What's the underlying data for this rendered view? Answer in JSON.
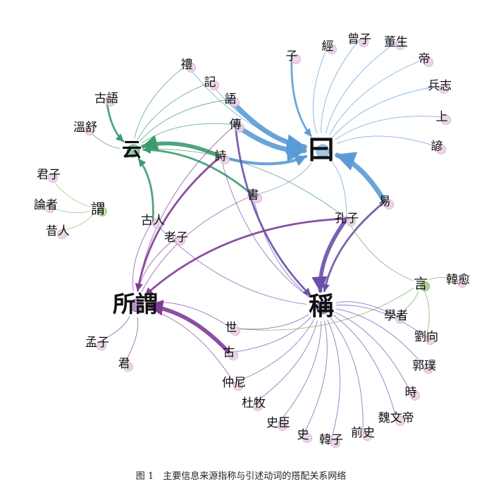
{
  "caption": "图 1　主要信息来源指称与引述动词的搭配关系网络",
  "colors": {
    "blue": "#5b9bd5",
    "purple": "#7b4fa8",
    "green": "#3c9a6f",
    "sage": "#8fbf70",
    "source_node": "#ead2e6",
    "verb_node": "#4f8fcf"
  },
  "nodes": [
    {
      "id": "曰",
      "label": "曰",
      "role": "verb",
      "color": "#5b9bd5"
    },
    {
      "id": "稱",
      "label": "稱",
      "role": "verb",
      "color": "#6a50a8"
    },
    {
      "id": "所謂",
      "label": "所謂",
      "role": "verb",
      "color": "#7d3c98"
    },
    {
      "id": "云",
      "label": "云",
      "role": "verb",
      "color": "#3c9a6f"
    },
    {
      "id": "謂",
      "label": "謂",
      "role": "verb",
      "color": "#8fbf70"
    },
    {
      "id": "言",
      "label": "言",
      "role": "verb",
      "color": "#6fae55"
    },
    {
      "id": "子",
      "label": "子",
      "role": "source"
    },
    {
      "id": "經",
      "label": "經",
      "role": "source"
    },
    {
      "id": "曾子",
      "label": "曾子",
      "role": "source"
    },
    {
      "id": "董生",
      "label": "董生",
      "role": "source"
    },
    {
      "id": "帝",
      "label": "帝",
      "role": "source"
    },
    {
      "id": "兵志",
      "label": "兵志",
      "role": "source"
    },
    {
      "id": "上",
      "label": "上",
      "role": "source"
    },
    {
      "id": "諺",
      "label": "諺",
      "role": "source"
    },
    {
      "id": "禮",
      "label": "禮",
      "role": "source"
    },
    {
      "id": "記",
      "label": "記",
      "role": "source"
    },
    {
      "id": "語",
      "label": "語",
      "role": "source"
    },
    {
      "id": "古語",
      "label": "古語",
      "role": "source"
    },
    {
      "id": "溫舒",
      "label": "溫舒",
      "role": "source"
    },
    {
      "id": "傳",
      "label": "傳",
      "role": "source"
    },
    {
      "id": "詩",
      "label": "詩",
      "role": "source"
    },
    {
      "id": "書",
      "label": "書",
      "role": "source"
    },
    {
      "id": "易",
      "label": "易",
      "role": "source"
    },
    {
      "id": "君子",
      "label": "君子",
      "role": "source"
    },
    {
      "id": "論者",
      "label": "論者",
      "role": "source"
    },
    {
      "id": "昔人",
      "label": "昔人",
      "role": "source"
    },
    {
      "id": "古人",
      "label": "古人",
      "role": "source"
    },
    {
      "id": "老子",
      "label": "老子",
      "role": "source"
    },
    {
      "id": "孔子",
      "label": "孔子",
      "role": "source"
    },
    {
      "id": "韓愈",
      "label": "韓愈",
      "role": "source"
    },
    {
      "id": "學者",
      "label": "學者",
      "role": "source"
    },
    {
      "id": "劉向",
      "label": "劉向",
      "role": "source"
    },
    {
      "id": "郭璞",
      "label": "郭璞",
      "role": "source"
    },
    {
      "id": "時",
      "label": "時",
      "role": "source"
    },
    {
      "id": "魏文帝",
      "label": "魏文帝",
      "role": "source"
    },
    {
      "id": "前史",
      "label": "前史",
      "role": "source"
    },
    {
      "id": "韓子",
      "label": "韓子",
      "role": "source"
    },
    {
      "id": "史",
      "label": "史",
      "role": "source"
    },
    {
      "id": "史臣",
      "label": "史臣",
      "role": "source"
    },
    {
      "id": "杜牧",
      "label": "杜牧",
      "role": "source"
    },
    {
      "id": "仲尼",
      "label": "仲尼",
      "role": "source"
    },
    {
      "id": "古",
      "label": "古",
      "role": "source"
    },
    {
      "id": "世",
      "label": "世",
      "role": "source"
    },
    {
      "id": "孟子",
      "label": "孟子",
      "role": "source"
    },
    {
      "id": "君",
      "label": "君",
      "role": "source"
    }
  ],
  "edges": [
    {
      "from": "子",
      "to": "曰",
      "weight": 2
    },
    {
      "from": "經",
      "to": "曰",
      "weight": 1
    },
    {
      "from": "曾子",
      "to": "曰",
      "weight": 1
    },
    {
      "from": "董生",
      "to": "曰",
      "weight": 1
    },
    {
      "from": "帝",
      "to": "曰",
      "weight": 1
    },
    {
      "from": "兵志",
      "to": "曰",
      "weight": 1
    },
    {
      "from": "上",
      "to": "曰",
      "weight": 1
    },
    {
      "from": "諺",
      "to": "曰",
      "weight": 1
    },
    {
      "from": "禮",
      "to": "曰",
      "weight": 1
    },
    {
      "from": "記",
      "to": "曰",
      "weight": 1
    },
    {
      "from": "語",
      "to": "曰",
      "weight": 5
    },
    {
      "from": "傳",
      "to": "曰",
      "weight": 5
    },
    {
      "from": "詩",
      "to": "曰",
      "weight": 3
    },
    {
      "from": "書",
      "to": "曰",
      "weight": 1
    },
    {
      "from": "易",
      "to": "曰",
      "weight": 5
    },
    {
      "from": "孔子",
      "to": "曰",
      "weight": 1
    },
    {
      "from": "禮",
      "to": "云",
      "weight": 1
    },
    {
      "from": "記",
      "to": "云",
      "weight": 1
    },
    {
      "from": "語",
      "to": "云",
      "weight": 1
    },
    {
      "from": "古語",
      "to": "云",
      "weight": 2
    },
    {
      "from": "溫舒",
      "to": "云",
      "weight": 1
    },
    {
      "from": "傳",
      "to": "云",
      "weight": 1
    },
    {
      "from": "詩",
      "to": "云",
      "weight": 4
    },
    {
      "from": "書",
      "to": "云",
      "weight": 2
    },
    {
      "from": "古人",
      "to": "云",
      "weight": 2
    },
    {
      "from": "孔子",
      "to": "云",
      "weight": 1
    },
    {
      "from": "君子",
      "to": "謂",
      "weight": 1
    },
    {
      "from": "論者",
      "to": "謂",
      "weight": 1
    },
    {
      "from": "昔人",
      "to": "謂",
      "weight": 1
    },
    {
      "from": "傳",
      "to": "稱",
      "weight": 2
    },
    {
      "from": "詩",
      "to": "稱",
      "weight": 1
    },
    {
      "from": "書",
      "to": "稱",
      "weight": 1
    },
    {
      "from": "易",
      "to": "稱",
      "weight": 2
    },
    {
      "from": "孔子",
      "to": "稱",
      "weight": 4
    },
    {
      "from": "古人",
      "to": "稱",
      "weight": 1
    },
    {
      "from": "學者",
      "to": "稱",
      "weight": 1
    },
    {
      "from": "劉向",
      "to": "稱",
      "weight": 1
    },
    {
      "from": "郭璞",
      "to": "稱",
      "weight": 1
    },
    {
      "from": "時",
      "to": "稱",
      "weight": 1
    },
    {
      "from": "魏文帝",
      "to": "稱",
      "weight": 1
    },
    {
      "from": "前史",
      "to": "稱",
      "weight": 1
    },
    {
      "from": "韓子",
      "to": "稱",
      "weight": 1
    },
    {
      "from": "史",
      "to": "稱",
      "weight": 1
    },
    {
      "from": "史臣",
      "to": "稱",
      "weight": 1
    },
    {
      "from": "杜牧",
      "to": "稱",
      "weight": 1
    },
    {
      "from": "仲尼",
      "to": "稱",
      "weight": 1
    },
    {
      "from": "世",
      "to": "稱",
      "weight": 1
    },
    {
      "from": "古",
      "to": "稱",
      "weight": 1
    },
    {
      "from": "傳",
      "to": "所謂",
      "weight": 1
    },
    {
      "from": "詩",
      "to": "所謂",
      "weight": 2
    },
    {
      "from": "書",
      "to": "所謂",
      "weight": 1
    },
    {
      "from": "古人",
      "to": "所謂",
      "weight": 1
    },
    {
      "from": "老子",
      "to": "所謂",
      "weight": 1
    },
    {
      "from": "孔子",
      "to": "所謂",
      "weight": 2
    },
    {
      "from": "古",
      "to": "所謂",
      "weight": 4
    },
    {
      "from": "世",
      "to": "所謂",
      "weight": 1
    },
    {
      "from": "仲尼",
      "to": "所謂",
      "weight": 1
    },
    {
      "from": "孟子",
      "to": "所謂",
      "weight": 1
    },
    {
      "from": "君",
      "to": "所謂",
      "weight": 1
    },
    {
      "from": "韓愈",
      "to": "言",
      "weight": 1
    },
    {
      "from": "學者",
      "to": "言",
      "weight": 1
    },
    {
      "from": "劉向",
      "to": "言",
      "weight": 1
    },
    {
      "from": "孔子",
      "to": "言",
      "weight": 1
    },
    {
      "from": "世",
      "to": "言",
      "weight": 1
    }
  ]
}
